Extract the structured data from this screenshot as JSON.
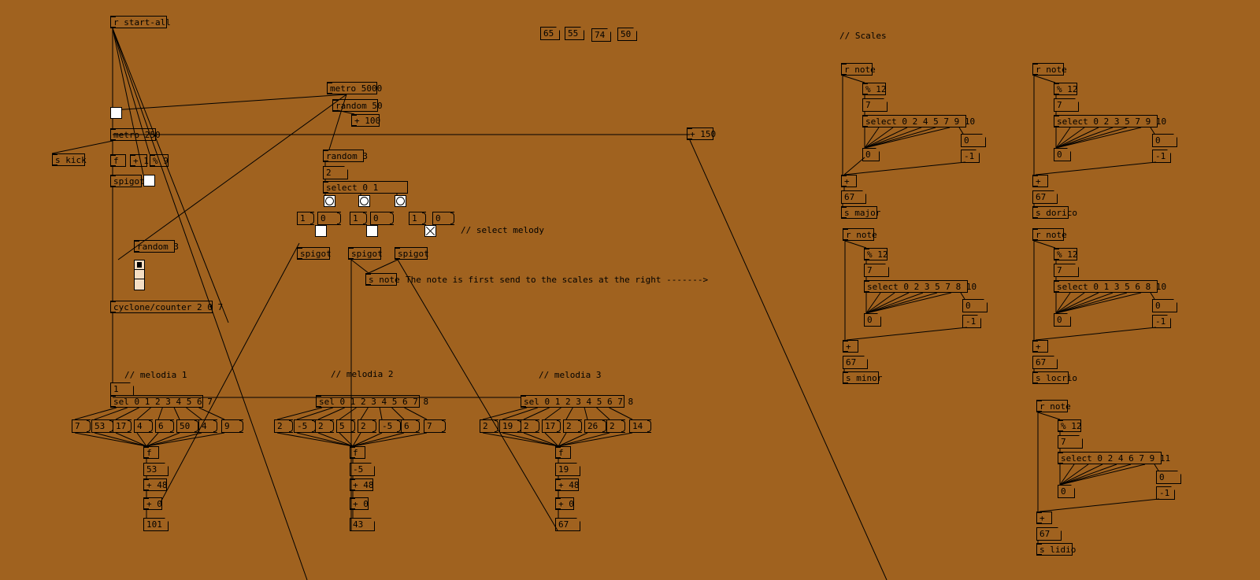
{
  "window": {
    "background": "#A0621F",
    "wire_color": "#000000"
  },
  "comments": {
    "scales_header": "// Scales",
    "select_melody": "// select melody",
    "note_flow": "The note is first send to the scales at the right ------->",
    "melodia1": "// melodia 1",
    "melodia2": "// melodia 2",
    "melodia3": "// melodia 3"
  },
  "top_numbers": [
    "65",
    "55",
    "74",
    "50"
  ],
  "control": {
    "r_start": "r start-all",
    "metro250": "metro 250",
    "s_kick": "s kick",
    "f": "f",
    "plus1": "+ 1",
    "mod9": "% 9",
    "spigot": "spigot",
    "random3": "random 3",
    "counter": "cyclone/counter 2 0 7",
    "metro5000": "metro 5000",
    "random50": "random 50",
    "plus100": "+ 100",
    "plus150": "+ 150",
    "random3b": "random 3",
    "num2": "2",
    "select01": "select 0 1",
    "msg1": "1",
    "msg0": "0",
    "s_note": "s note"
  },
  "melodias": [
    {
      "counter_out": "1",
      "sel": "sel 0 1 2 3 4 5 6 7",
      "msgs": [
        "7",
        "53",
        "17",
        "4",
        "6",
        "50",
        "4",
        "9"
      ],
      "f": "f",
      "num": "53",
      "plus48": "+ 48",
      "plus0": "+ 0",
      "out": "101"
    },
    {
      "sel": "sel 0 1 2 3 4 5 6 7 8",
      "msgs": [
        "2",
        "-5",
        "2",
        "5",
        "2",
        "-5",
        "6",
        "7"
      ],
      "f": "f",
      "num": "-5",
      "plus48": "+ 48",
      "plus0": "+ 0",
      "out": "43"
    },
    {
      "sel": "sel 0 1 2 3 4 5 6 7 8",
      "msgs": [
        "2",
        "19",
        "2",
        "17",
        "2",
        "26",
        "2",
        "14"
      ],
      "f": "f",
      "num": "19",
      "plus48": "+ 48",
      "plus0": "+ 0",
      "out": "67"
    }
  ],
  "scales": [
    {
      "r": "r note",
      "mod": "% 12",
      "num": "7",
      "select": "select 0 2 4 5 7 9 10",
      "n0": "0",
      "zero": "0",
      "neg1": "-1",
      "plus": "+",
      "out": "67",
      "send": "s major"
    },
    {
      "r": "r note",
      "mod": "% 12",
      "num": "7",
      "select": "select 0 2 3 5 7 9 10",
      "n0": "0",
      "zero": "0",
      "neg1": "-1",
      "plus": "+",
      "out": "67",
      "send": "s dorico"
    },
    {
      "r": "r note",
      "mod": "% 12",
      "num": "7",
      "select": "select 0 2 3 5 7 8 10",
      "n0": "0",
      "zero": "0",
      "neg1": "-1",
      "plus": "+",
      "out": "67",
      "send": "s minor"
    },
    {
      "r": "r note",
      "mod": "% 12",
      "num": "7",
      "select": "select 0 1 3 5 6 8 10",
      "n0": "0",
      "zero": "0",
      "neg1": "-1",
      "plus": "+",
      "out": "67",
      "send": "s locrio"
    },
    {
      "r": "r note",
      "mod": "% 12",
      "num": "7",
      "select": "select 0 2 4 6 7 9 11",
      "n0": "0",
      "zero": "0",
      "neg1": "-1",
      "plus": "+",
      "out": "67",
      "send": "s lidio"
    }
  ]
}
